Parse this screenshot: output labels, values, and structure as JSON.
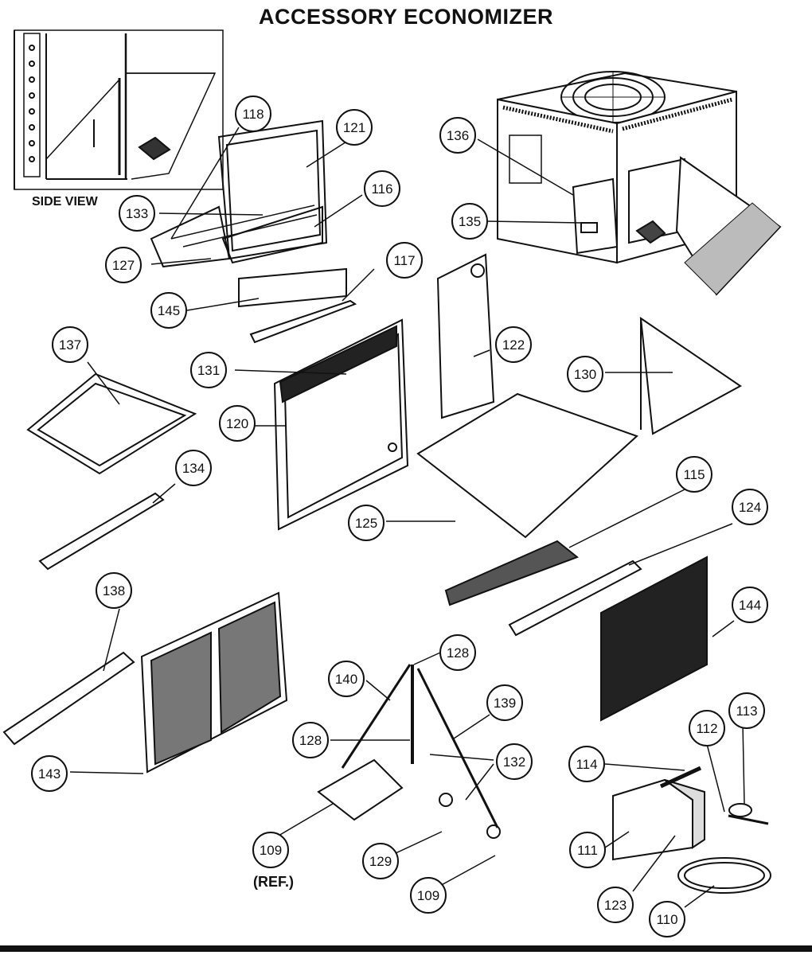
{
  "title": "ACCESSORY ECONOMIZER",
  "side_view_label": "SIDE VIEW",
  "ref_label": "(REF.)",
  "callouts": [
    {
      "id": "118"
    },
    {
      "id": "121"
    },
    {
      "id": "116"
    },
    {
      "id": "133"
    },
    {
      "id": "127"
    },
    {
      "id": "117"
    },
    {
      "id": "145"
    },
    {
      "id": "136"
    },
    {
      "id": "135"
    },
    {
      "id": "122"
    },
    {
      "id": "137"
    },
    {
      "id": "131"
    },
    {
      "id": "130"
    },
    {
      "id": "120"
    },
    {
      "id": "134"
    },
    {
      "id": "115"
    },
    {
      "id": "124"
    },
    {
      "id": "125"
    },
    {
      "id": "138"
    },
    {
      "id": "144"
    },
    {
      "id": "128"
    },
    {
      "id": "140"
    },
    {
      "id": "139"
    },
    {
      "id": "113"
    },
    {
      "id": "112"
    },
    {
      "id": "128"
    },
    {
      "id": "132"
    },
    {
      "id": "114"
    },
    {
      "id": "143"
    },
    {
      "id": "109"
    },
    {
      "id": "129"
    },
    {
      "id": "111"
    },
    {
      "id": "109"
    },
    {
      "id": "123"
    },
    {
      "id": "110"
    }
  ]
}
